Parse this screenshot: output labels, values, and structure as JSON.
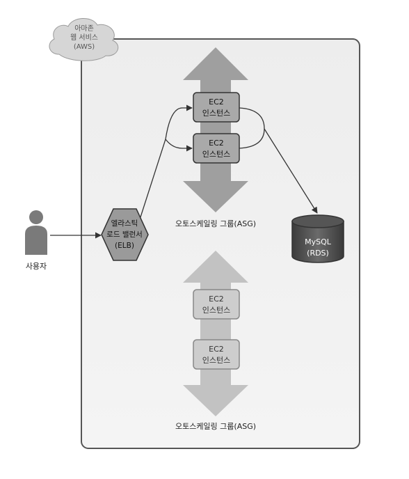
{
  "cloud": {
    "line1": "아마존",
    "line2": "웹 서비스",
    "line3": "(AWS)"
  },
  "user": {
    "label": "사용자"
  },
  "elb": {
    "line1": "엘라스틱",
    "line2": "로드 밸런서",
    "line3": "(ELB)"
  },
  "asg_top": {
    "caption": "오토스케일링 그룹(ASG)",
    "instances": [
      {
        "line1": "EC2",
        "line2": "인스턴스"
      },
      {
        "line1": "EC2",
        "line2": "인스턴스"
      }
    ]
  },
  "asg_bottom": {
    "caption": "오토스케일링 그룹(ASG)",
    "instances": [
      {
        "line1": "EC2",
        "line2": "인스턴스"
      },
      {
        "line1": "EC2",
        "line2": "인스턴스"
      }
    ]
  },
  "db": {
    "line1": "MySQL",
    "line2": "(RDS)"
  }
}
